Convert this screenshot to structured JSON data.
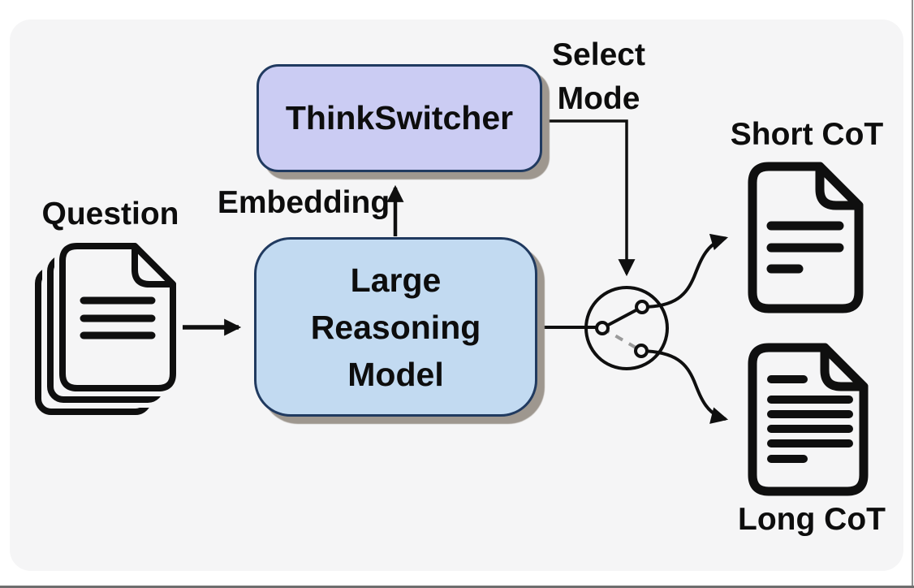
{
  "panel": {
    "bg_color": "#f5f5f6"
  },
  "page_frame": {
    "right_border_color": "#8f8f8f",
    "bottom_border_color": "#6e6e6e"
  },
  "boxes": {
    "thinkswitcher": {
      "label": "ThinkSwitcher",
      "fill": "#cbccf3",
      "border_color": "#203a60",
      "shadow_color": "#9e978f"
    },
    "large_reasoning_model": {
      "lines": [
        "Large",
        "Reasoning",
        "Model"
      ],
      "fill": "#c2daf1",
      "border_color": "#203a60",
      "shadow_color": "#9e978f"
    }
  },
  "labels": {
    "question": "Question",
    "embedding": "Embedding",
    "select_mode": {
      "lines": [
        "Select",
        "Mode"
      ]
    },
    "short_cot": "Short CoT",
    "long_cot": "Long CoT"
  },
  "icons": {
    "question_documents": "stacked-documents-icon",
    "mode_switch": "selector-switch-icon",
    "short_cot_document": "short-document-icon",
    "long_cot_document": "long-document-icon"
  },
  "connectors": {
    "color": "#0f0f0f",
    "switch_dashed_arm_color": "#9a9a9a"
  }
}
